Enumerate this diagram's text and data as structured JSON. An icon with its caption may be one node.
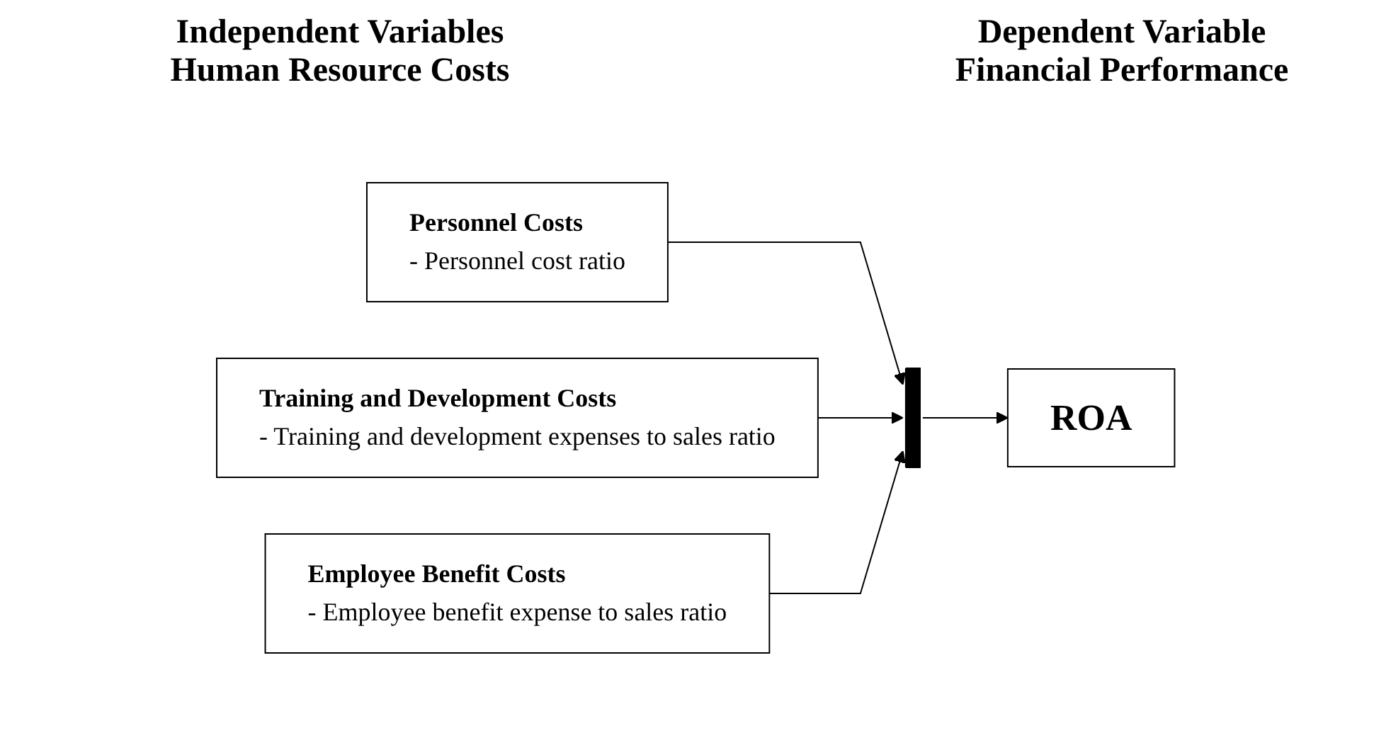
{
  "diagram": {
    "nodes": [
      {
        "text": [
          "Personnel Costs",
          "- Personnel cost ratio"
        ]
      },
      {
        "text": [
          "Training and Development Costs",
          "- Training and development expenses to sales ratio"
        ]
      },
      {
        "text": [
          "Employee Benefit Costs",
          "- Employee benefit expense to sales ratio"
        ]
      },
      {
        "text": [],
        "shape": "bar"
      },
      {
        "text": [
          "ROA"
        ]
      }
    ],
    "edges": [
      {
        "from": 0,
        "to": 3,
        "arrow": "to"
      },
      {
        "from": 1,
        "to": 3,
        "arrow": "to"
      },
      {
        "from": 2,
        "to": 3,
        "arrow": "to"
      },
      {
        "from": 3,
        "to": 4,
        "arrow": "to"
      }
    ],
    "labels": [
      "Independent Variables Human Resource Costs",
      "Dependent Variable Financial Performance"
    ]
  }
}
